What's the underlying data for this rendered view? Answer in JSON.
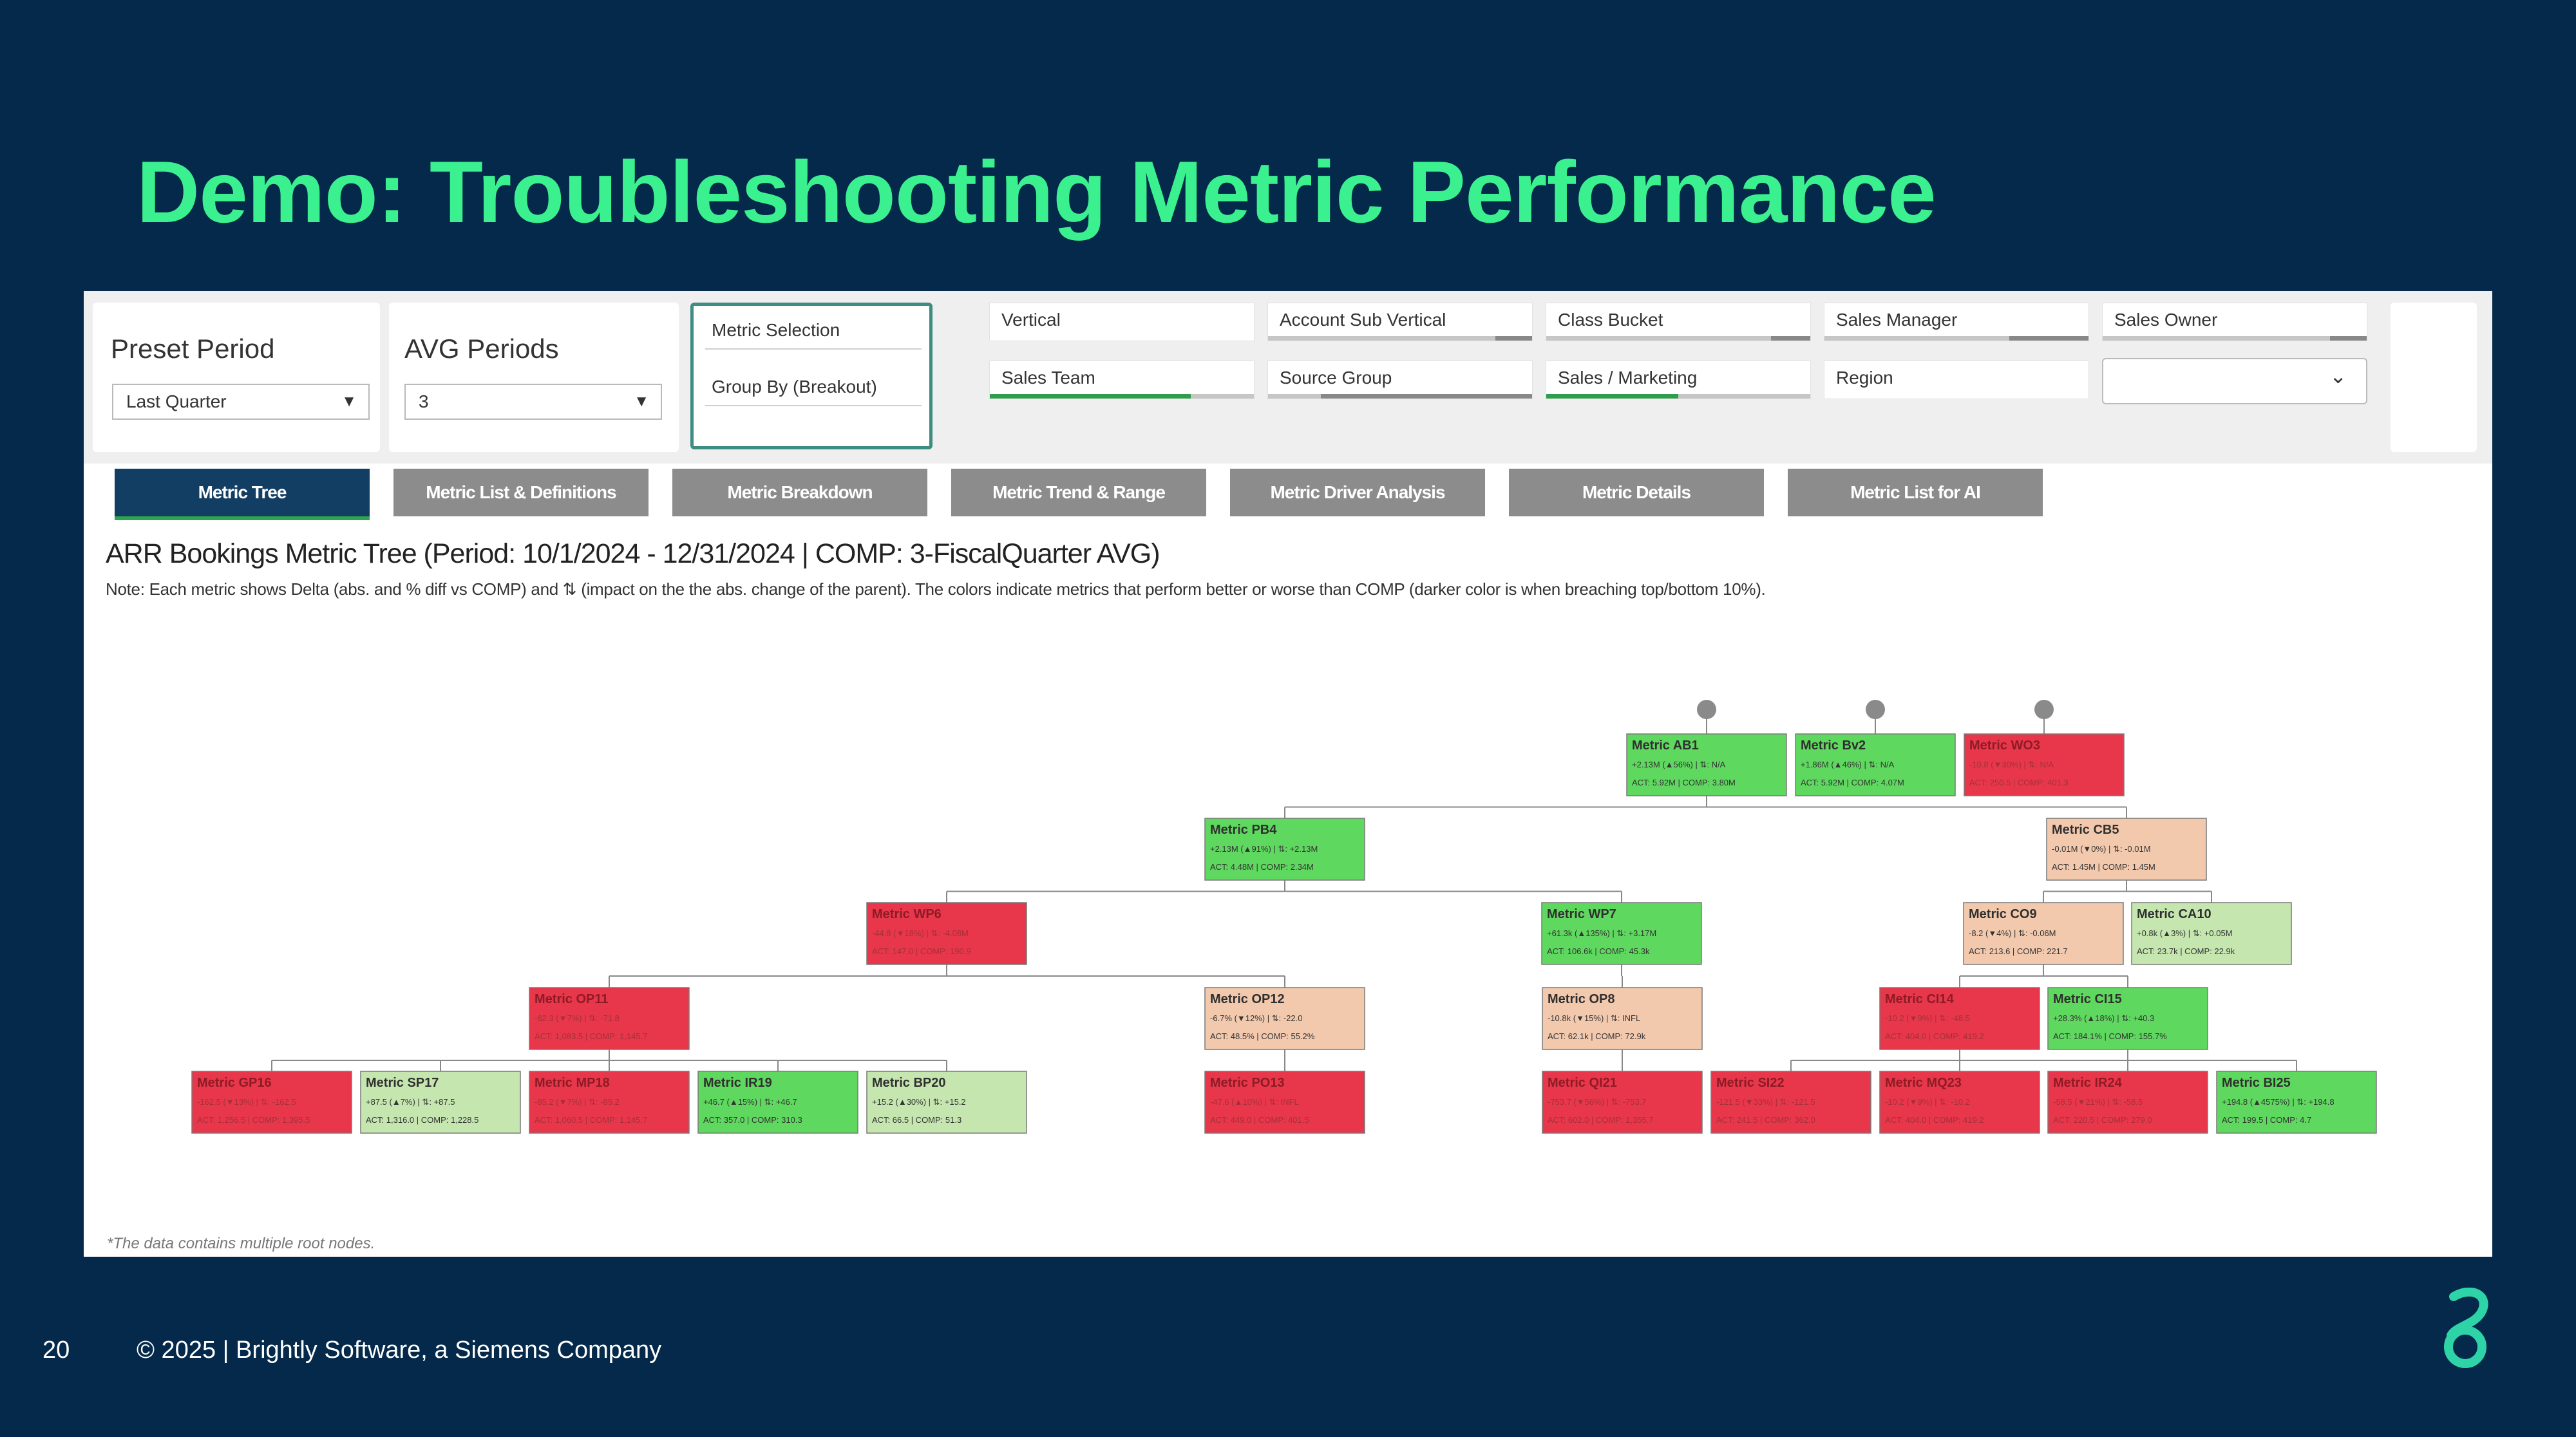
{
  "slide": {
    "title": "Demo: Troubleshooting Metric Performance",
    "page_number": "20",
    "copyright": "© 2025 | Brightly Software, a Siemens Company"
  },
  "filters": {
    "preset_period": {
      "label": "Preset Period",
      "value": "Last Quarter"
    },
    "avg_periods": {
      "label": "AVG Periods",
      "value": "3"
    },
    "metric_selection": "Metric Selection",
    "group_by": "Group By (Breakout)",
    "chips": [
      "Vertical",
      "Account Sub Vertical",
      "Class Bucket",
      "Sales Manager",
      "Sales Owner",
      "Sales Team",
      "Source Group",
      "Sales / Marketing",
      "Region",
      ""
    ]
  },
  "tabs": [
    "Metric Tree",
    "Metric List & Definitions",
    "Metric Breakdown",
    "Metric Trend & Range",
    "Metric Driver Analysis",
    "Metric Details",
    "Metric List for AI"
  ],
  "tree": {
    "title": "ARR Bookings Metric Tree (Period: 10/1/2024 - 12/31/2024 | COMP: 3-FiscalQuarter AVG)",
    "note": "Note: Each metric shows Delta (abs. and % diff vs COMP) and ⇅ (impact on the the abs. change of the parent). The colors indicate metrics that perform better or worse than COMP (darker color is when breaching top/bottom 10%).",
    "footnote": "*The data contains multiple root nodes.",
    "colors": {
      "dark_green": "#5fd85f",
      "light_green": "#c6e6b0",
      "dark_red": "#e8374a",
      "light_red": "#f3c9ae"
    },
    "nodes": [
      {
        "id": "AB1",
        "name": "Metric AB1",
        "l1": "+2.13M (▲56%) | ⇅: N/A",
        "l2": "ACT: 5.92M | COMP: 3.80M",
        "color": "dark_green"
      },
      {
        "id": "Bv2",
        "name": "Metric Bv2",
        "l1": "+1.86M (▲46%) | ⇅: N/A",
        "l2": "ACT: 5.92M | COMP: 4.07M",
        "color": "dark_green"
      },
      {
        "id": "WO3",
        "name": "Metric WO3",
        "l1": "-10.8 (▼30%) | ⇅: N/A",
        "l2": "ACT: 250.5 | COMP: 401.3",
        "color": "dark_red"
      },
      {
        "id": "PB4",
        "name": "Metric PB4",
        "l1": "+2.13M (▲91%) | ⇅: +2.13M",
        "l2": "ACT: 4.48M | COMP: 2.34M",
        "color": "dark_green"
      },
      {
        "id": "CB5",
        "name": "Metric CB5",
        "l1": "-0.01M (▼0%) | ⇅: -0.01M",
        "l2": "ACT: 1.45M | COMP: 1.45M",
        "color": "light_red"
      },
      {
        "id": "WP6",
        "name": "Metric WP6",
        "l1": "-44.8 (▼18%) | ⇅: -4.08M",
        "l2": "ACT: 147.0 | COMP: 190.9",
        "color": "dark_red"
      },
      {
        "id": "WP7",
        "name": "Metric WP7",
        "l1": "+61.3k (▲135%) | ⇅: +3.17M",
        "l2": "ACT: 106.6k | COMP: 45.3k",
        "color": "dark_green"
      },
      {
        "id": "CO9",
        "name": "Metric CO9",
        "l1": "-8.2 (▼4%) | ⇅: -0.06M",
        "l2": "ACT: 213.6 | COMP: 221.7",
        "color": "light_red"
      },
      {
        "id": "CA10",
        "name": "Metric CA10",
        "l1": "+0.8k (▲3%) | ⇅: +0.05M",
        "l2": "ACT: 23.7k | COMP: 22.9k",
        "color": "light_green"
      },
      {
        "id": "OP11",
        "name": "Metric OP11",
        "l1": "-62.3 (▼7%) | ⇅: -71.8",
        "l2": "ACT: 1,083.5 | COMP: 1,145.7",
        "color": "dark_red"
      },
      {
        "id": "OP12",
        "name": "Metric OP12",
        "l1": "-6.7% (▼12%) | ⇅: -22.0",
        "l2": "ACT: 48.5% | COMP: 55.2%",
        "color": "light_red"
      },
      {
        "id": "OP8",
        "name": "Metric OP8",
        "l1": "-10.8k (▼15%) | ⇅: INFL",
        "l2": "ACT: 62.1k | COMP: 72.9k",
        "color": "light_red"
      },
      {
        "id": "CI14",
        "name": "Metric CI14",
        "l1": "-10.2 (▼9%) | ⇅: -48.5",
        "l2": "ACT: 404.0 | COMP: 419.2",
        "color": "dark_red"
      },
      {
        "id": "CI15",
        "name": "Metric CI15",
        "l1": "+28.3% (▲18%) | ⇅: +40.3",
        "l2": "ACT: 184.1% | COMP: 155.7%",
        "color": "dark_green"
      },
      {
        "id": "GP16",
        "name": "Metric GP16",
        "l1": "-162.5 (▼13%) | ⇅: -162.5",
        "l2": "ACT: 1,256.5 | COMP: 1,395.5",
        "color": "dark_red"
      },
      {
        "id": "SP17",
        "name": "Metric SP17",
        "l1": "+87.5 (▲7%) | ⇅: +87.5",
        "l2": "ACT: 1,316.0 | COMP: 1,228.5",
        "color": "light_green"
      },
      {
        "id": "MP18",
        "name": "Metric MP18",
        "l1": "-85.2 (▼7%) | ⇅: -85.2",
        "l2": "ACT: 1,060.5 | COMP: 1,145.7",
        "color": "dark_red"
      },
      {
        "id": "IR19",
        "name": "Metric IR19",
        "l1": "+46.7 (▲15%) | ⇅: +46.7",
        "l2": "ACT: 357.0 | COMP: 310.3",
        "color": "dark_green"
      },
      {
        "id": "BP20",
        "name": "Metric BP20",
        "l1": "+15.2 (▲30%) | ⇅: +15.2",
        "l2": "ACT: 66.5 | COMP: 51.3",
        "color": "light_green"
      },
      {
        "id": "PO13",
        "name": "Metric PO13",
        "l1": "-47.6 (▲10%) | ⇅: INFL",
        "l2": "ACT: 449.0 | COMP: 401.5",
        "color": "dark_red"
      },
      {
        "id": "QI21",
        "name": "Metric QI21",
        "l1": "-753.7 (▼56%) | ⇅: -753.7",
        "l2": "ACT: 602.0 | COMP: 1,355.7",
        "color": "dark_red"
      },
      {
        "id": "SI22",
        "name": "Metric SI22",
        "l1": "-121.5 (▼33%) | ⇅: -121.5",
        "l2": "ACT: 241.5 | COMP: 362.0",
        "color": "dark_red"
      },
      {
        "id": "MQ23",
        "name": "Metric MQ23",
        "l1": "-10.2 (▼9%) | ⇅: -10.2",
        "l2": "ACT: 404.0 | COMP: 419.2",
        "color": "dark_red"
      },
      {
        "id": "IR24",
        "name": "Metric IR24",
        "l1": "-58.5 (▼21%) | ⇅: -58.5",
        "l2": "ACT: 220.5 | COMP: 279.0",
        "color": "dark_red"
      },
      {
        "id": "BI25",
        "name": "Metric BI25",
        "l1": "+194.8 (▲4575%) | ⇅: +194.8",
        "l2": "ACT: 199.5 | COMP: 4.7",
        "color": "dark_green"
      }
    ]
  }
}
